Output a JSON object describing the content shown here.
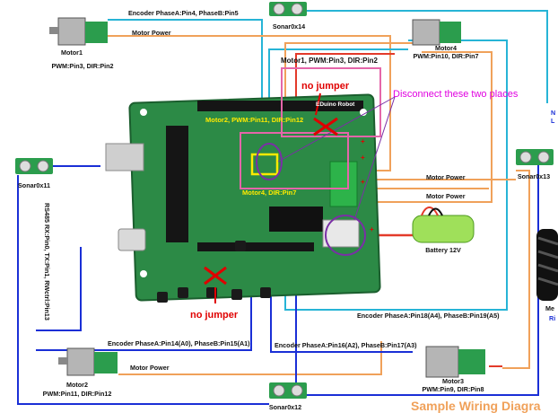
{
  "diagram": {
    "title": "Sample Wiring Diagra",
    "board": {
      "logo": "EDuino Robot"
    },
    "motors": [
      {
        "name": "Motor1",
        "pins": "PWM:Pin3, DIR:Pin2",
        "encoder": "Encoder PhaseA:Pin4, PhaseB:Pin5",
        "power": "Motor Power"
      },
      {
        "name": "Motor2",
        "pins": "PWM:Pin11, DIR:Pin12",
        "encoder": "Encoder PhaseA:Pin14(A0), PhaseB:Pin15(A1)",
        "power": "Motor Power"
      },
      {
        "name": "Motor3",
        "pins": "PWM:Pin9, DIR:Pin8",
        "encoder": "Encoder PhaseA:Pin16(A2), PhaseB:Pin17(A3)",
        "power": "Motor Power"
      },
      {
        "name": "Motor4",
        "pins": "PWM:Pin10, DIR:Pin7",
        "encoder": "Encoder PhaseA:Pin18(A4), PhaseB:Pin19(A5)",
        "power": "Motor Power"
      }
    ],
    "sonars": [
      "Sonar0x14",
      "Sonar0x11",
      "Sonar0x13",
      "Sonar0x12"
    ],
    "rs485": "RS485 RX:Pin0, TX:Pin1, RWctrl:Pin13",
    "battery": "Battery 12V",
    "annotations": {
      "motor1_pins": "Motor1, PWM:Pin3, DIR:Pin2",
      "motor2_on_board": "Motor2, PWM:Pin11, DIR:Pin12",
      "motor4_on_board": "Motor4, DIR:Pin7",
      "no_jumper_top": "no jumper",
      "no_jumper_bottom": "no jumper",
      "disconnect": "Disconnect these two places"
    },
    "right_edge": {
      "wheel_label": "Me",
      "wheel_sub": "Ri",
      "top_letter": "N",
      "top_sub": "L"
    },
    "colors": {
      "cyan_wire": "#27b4d6",
      "orange_wire": "#f0a15a",
      "blue_wire": "#1a2fd6",
      "red_wire": "#e33a2a",
      "board_green": "#2c8a46",
      "magenta": "#e000e0",
      "yellow": "#ffea00"
    }
  }
}
